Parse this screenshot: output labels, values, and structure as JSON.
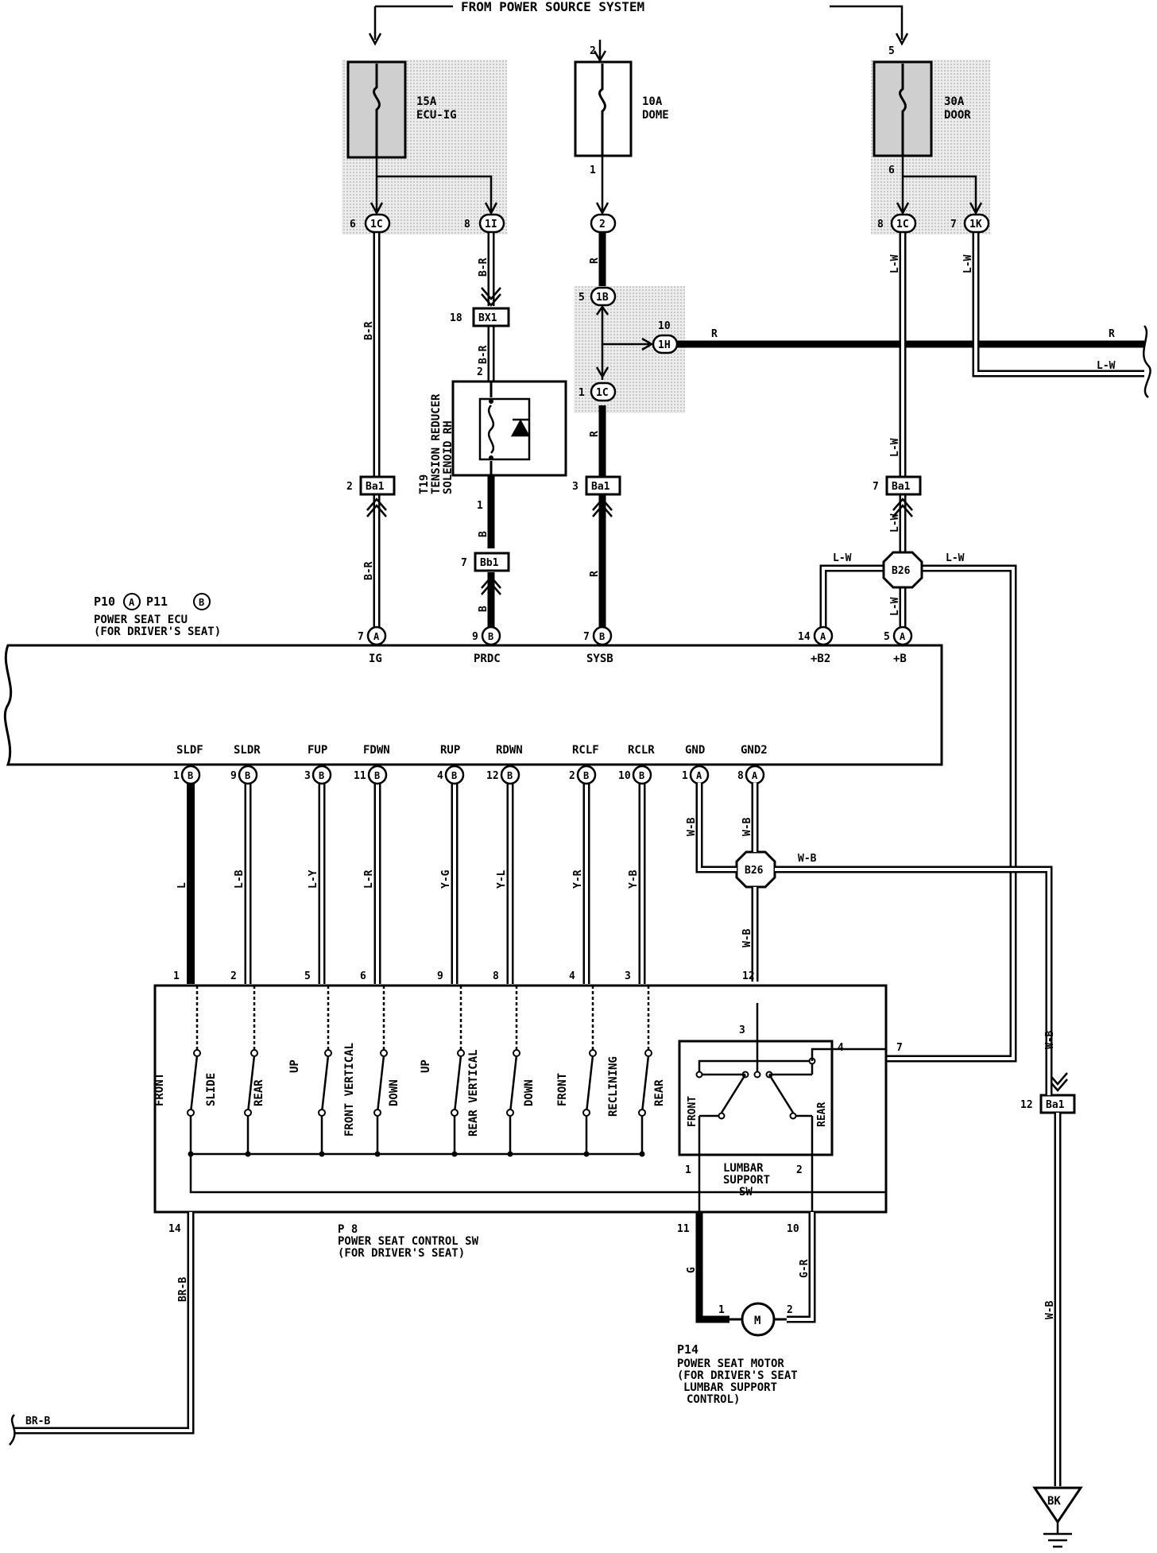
{
  "header": {
    "from_power_source": "FROM POWER SOURCE SYSTEM"
  },
  "fuses": [
    {
      "amp": "15A",
      "name": "ECU-IG",
      "in_pin": "",
      "out_pin": ""
    },
    {
      "amp": "10A",
      "name": "DOME",
      "in_pin": "2",
      "out_pin": "1"
    },
    {
      "amp": "30A",
      "name": "DOOR",
      "in_pin": "5",
      "out_pin": "6"
    }
  ],
  "junctions": {
    "j1": {
      "label": "1C",
      "pin": "6"
    },
    "j2": {
      "label": "1I",
      "pin": "8"
    },
    "j3": {
      "label": "2",
      "pin": ""
    },
    "j4": {
      "label": "1B",
      "pin": "5"
    },
    "j5": {
      "label": "1H",
      "pin": "10"
    },
    "j6": {
      "label": "1C",
      "pin": "1"
    },
    "j7": {
      "label": "1C",
      "pin": "8"
    },
    "j8": {
      "label": "1K",
      "pin": "7"
    }
  },
  "connectors": {
    "bx1": {
      "label": "BX1",
      "pin": "18"
    },
    "ba1_a": {
      "label": "Ba1",
      "pin": "2"
    },
    "ba1_b": {
      "label": "Ba1",
      "pin": "3"
    },
    "ba1_c": {
      "label": "Ba1",
      "pin": "7"
    },
    "ba1_d": {
      "label": "Ba1",
      "pin": "12"
    },
    "bb1": {
      "label": "Bb1",
      "pin": "7"
    },
    "b26_top": {
      "label": "B26"
    },
    "b26_bot": {
      "label": "B26"
    }
  },
  "solenoid": {
    "code": "T19",
    "name_line1": "TENSION REDUCER",
    "name_line2": "SOLENOID RH",
    "pin_top": "2",
    "pin_bot": "1"
  },
  "ecu": {
    "ref": "P10",
    "ref_a": "A",
    "ref2": "P11",
    "ref_b": "B",
    "name_line1": "POWER SEAT ECU",
    "name_line2": "(FOR DRIVER'S SEAT)",
    "top_terminals": [
      {
        "pin": "7",
        "conn": "A",
        "name": "IG"
      },
      {
        "pin": "9",
        "conn": "B",
        "name": "PRDC"
      },
      {
        "pin": "7",
        "conn": "B",
        "name": "SYSB"
      },
      {
        "pin": "14",
        "conn": "A",
        "name": "+B2"
      },
      {
        "pin": "5",
        "conn": "A",
        "name": "+B"
      }
    ],
    "bottom_terminals": [
      {
        "pin": "1",
        "conn": "B",
        "name": "SLDF",
        "wire": "L",
        "sw_pin": "1"
      },
      {
        "pin": "9",
        "conn": "B",
        "name": "SLDR",
        "wire": "L-B",
        "sw_pin": "2"
      },
      {
        "pin": "3",
        "conn": "B",
        "name": "FUP",
        "wire": "L-Y",
        "sw_pin": "5"
      },
      {
        "pin": "11",
        "conn": "B",
        "name": "FDWN",
        "wire": "L-R",
        "sw_pin": "6"
      },
      {
        "pin": "4",
        "conn": "B",
        "name": "RUP",
        "wire": "Y-G",
        "sw_pin": "9"
      },
      {
        "pin": "12",
        "conn": "B",
        "name": "RDWN",
        "wire": "Y-L",
        "sw_pin": "8"
      },
      {
        "pin": "2",
        "conn": "B",
        "name": "RCLF",
        "wire": "Y-R",
        "sw_pin": "4"
      },
      {
        "pin": "10",
        "conn": "B",
        "name": "RCLR",
        "wire": "Y-B",
        "sw_pin": "3"
      },
      {
        "pin": "1",
        "conn": "A",
        "name": "GND",
        "wire": "W-B"
      },
      {
        "pin": "8",
        "conn": "A",
        "name": "GND2",
        "wire": "W-B"
      }
    ]
  },
  "wires": {
    "br": "B-R",
    "b": "B",
    "r": "R",
    "lw": "L-W",
    "wb": "W-B",
    "brb": "BR-B",
    "g": "G",
    "gr": "G-R"
  },
  "switch": {
    "ref": "P 8",
    "name_line1": "POWER SEAT CONTROL SW",
    "name_line2": "(FOR DRIVER'S SEAT)",
    "labels": [
      "FRONT",
      "SLIDE",
      "REAR",
      "UP",
      "FRONT VERTICAL",
      "DOWN",
      "UP",
      "REAR VERTICAL",
      "DOWN",
      "FRONT",
      "RECLINING",
      "REAR"
    ],
    "pin_gnd_in": "12",
    "pin_14": "14",
    "pin_11": "11",
    "pin_10": "10",
    "pin_7": "7",
    "lumbar": {
      "line1": "LUMBAR",
      "line2": "SUPPORT",
      "line3": "SW",
      "front": "FRONT",
      "rear": "REAR",
      "pin3": "3",
      "pin4": "4",
      "pin1": "1",
      "pin2": "2"
    }
  },
  "motor": {
    "ref": "P14",
    "symbol": "M",
    "line1": "POWER SEAT MOTOR",
    "line2": "(FOR DRIVER'S SEAT",
    "line3": "LUMBAR SUPPORT",
    "line4": "CONTROL)",
    "pin1": "1",
    "pin2": "2"
  },
  "ground": {
    "label": "BK"
  }
}
